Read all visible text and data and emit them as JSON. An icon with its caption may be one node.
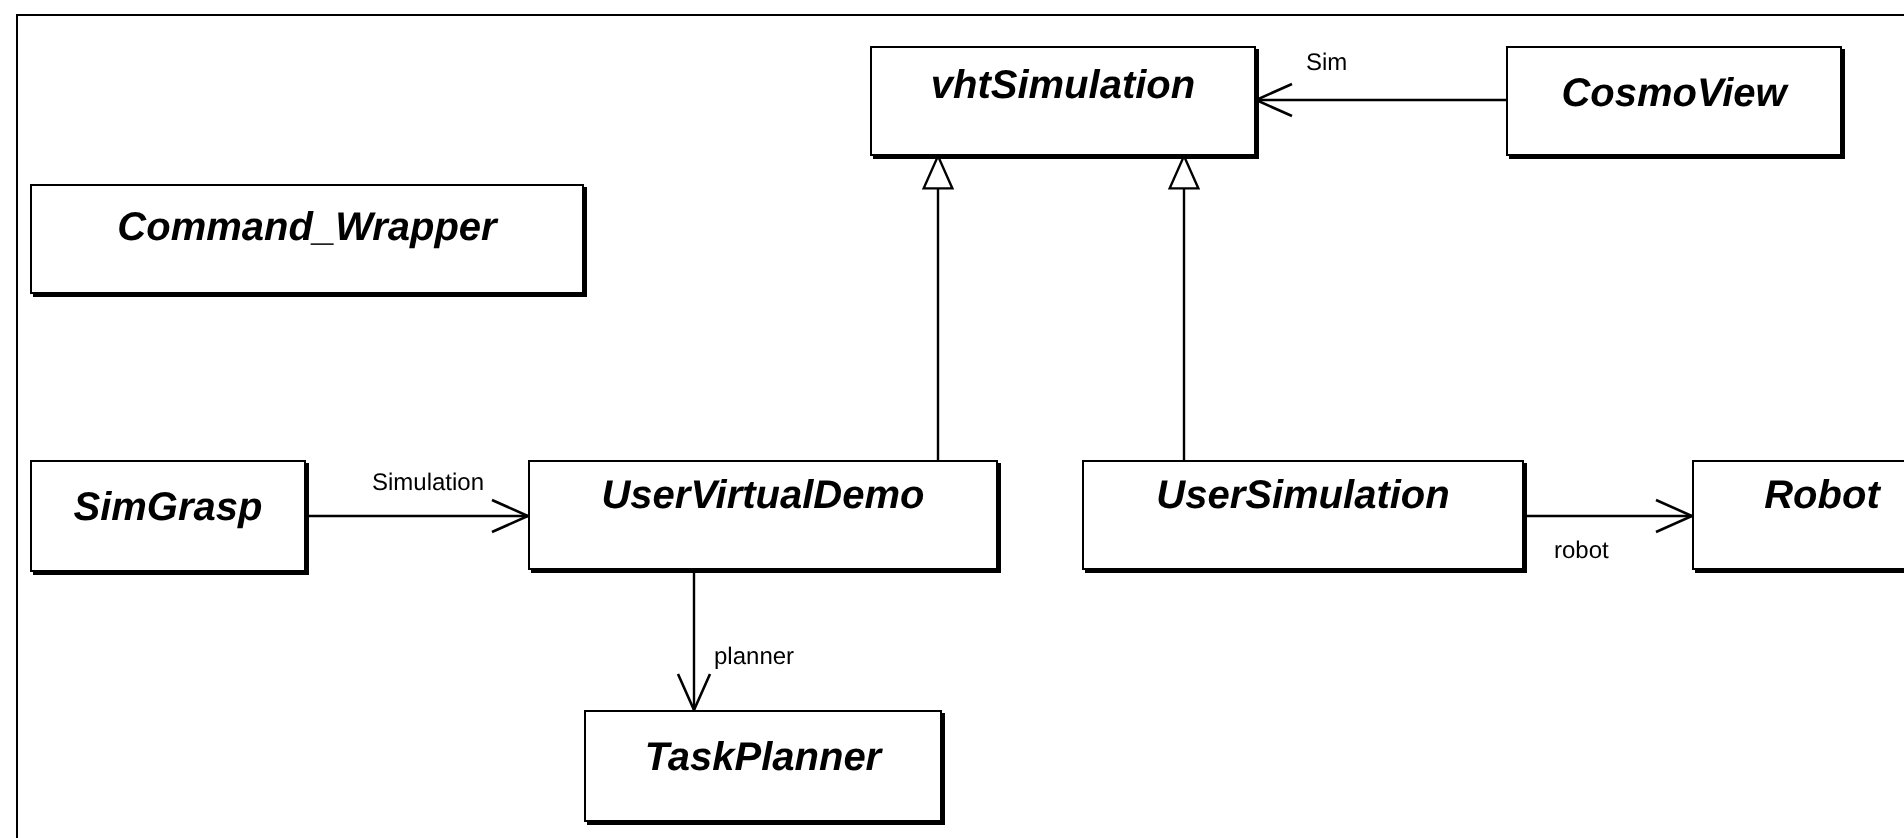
{
  "diagram": {
    "nodes": [
      {
        "text": [
          "vhtSimulation"
        ]
      },
      {
        "text": [
          "CosmoView"
        ]
      },
      {
        "text": [
          "Command_Wrapper"
        ]
      },
      {
        "text": [
          "SimGrasp"
        ]
      },
      {
        "text": [
          "UserVirtualDemo"
        ]
      },
      {
        "text": [
          "UserSimulation"
        ]
      },
      {
        "text": [
          "Robot"
        ]
      },
      {
        "text": [
          "TaskPlanner"
        ]
      }
    ],
    "edges": [
      {
        "from": 1,
        "to": 0,
        "arrow": "to",
        "label": "Sim"
      },
      {
        "from": 4,
        "to": 0,
        "arrow": "to"
      },
      {
        "from": 5,
        "to": 0,
        "arrow": "to"
      },
      {
        "from": 3,
        "to": 4,
        "arrow": "to",
        "label": "Simulation"
      },
      {
        "from": 4,
        "to": 7,
        "arrow": "to",
        "label": "planner"
      },
      {
        "from": 5,
        "to": 6,
        "arrow": "to",
        "label": "robot"
      }
    ]
  }
}
